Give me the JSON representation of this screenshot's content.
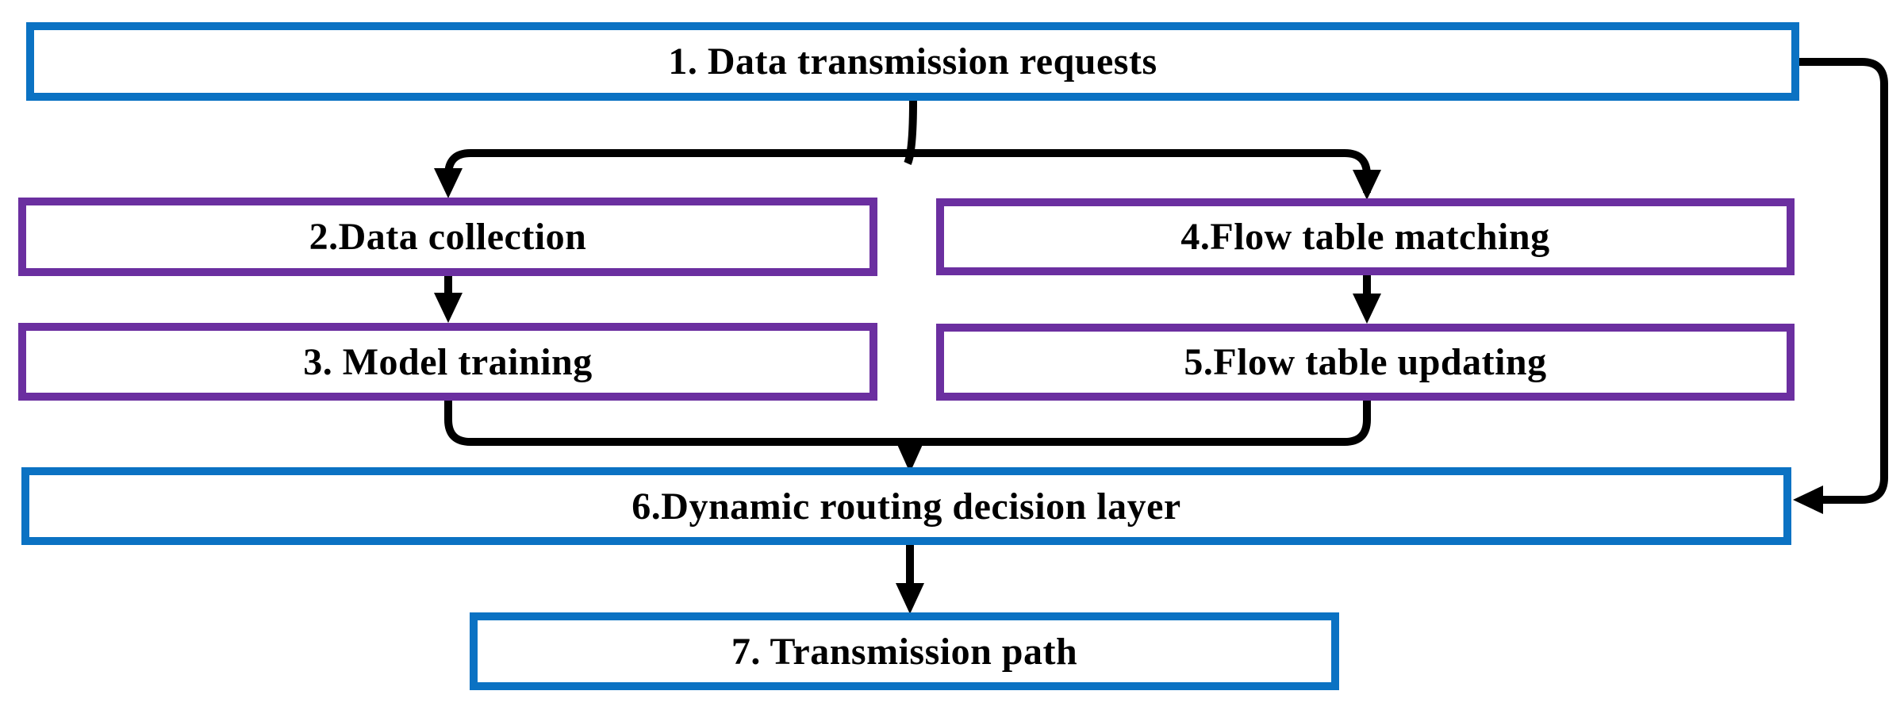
{
  "colors": {
    "blue": "#0b72c3",
    "purple": "#6b2fa0",
    "line": "#000000",
    "background": "#ffffff"
  },
  "diagram": {
    "type": "flowchart",
    "boxes": [
      {
        "id": "1",
        "label": "1. Data transmission requests",
        "style": "blue"
      },
      {
        "id": "2",
        "label": "2.Data collection",
        "style": "purple"
      },
      {
        "id": "3",
        "label": "3. Model training",
        "style": "purple"
      },
      {
        "id": "4",
        "label": "4.Flow table matching",
        "style": "purple"
      },
      {
        "id": "5",
        "label": "5.Flow table updating",
        "style": "purple"
      },
      {
        "id": "6",
        "label": "6.Dynamic routing decision layer",
        "style": "blue"
      },
      {
        "id": "7",
        "label": "7. Transmission path",
        "style": "blue"
      }
    ],
    "edges": [
      "1->2",
      "1->4",
      "2->3",
      "4->5",
      "3->6",
      "5->6",
      "1->6",
      "6->7"
    ]
  }
}
